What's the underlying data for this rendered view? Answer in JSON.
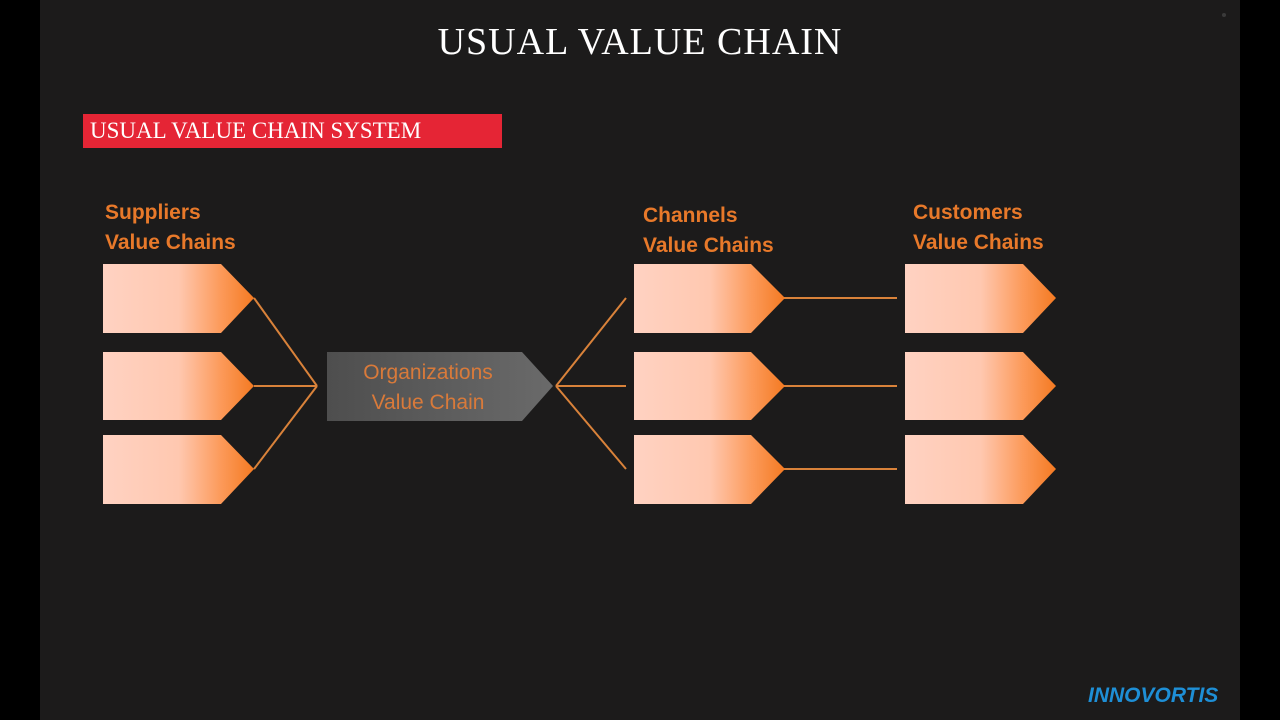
{
  "slide": {
    "title": "USUAL VALUE CHAIN",
    "subtitle": "USUAL VALUE CHAIN SYSTEM"
  },
  "groups": {
    "suppliers": {
      "line1": "Suppliers",
      "line2": "Value Chains"
    },
    "channels": {
      "line1": "Channels",
      "line2": "Value Chains"
    },
    "customers": {
      "line1": "Customers",
      "line2": "Value Chains"
    }
  },
  "organization": {
    "line1": "Organizations",
    "line2": "Value Chain"
  },
  "brand": {
    "logo_text": "INNOVORTIS"
  },
  "colors": {
    "background": "#1c1b1b",
    "accent_orange": "#e8792a",
    "banner_red": "#e52535",
    "org_box": "#5a5a5a",
    "logo_blue": "#1e8fd6"
  }
}
